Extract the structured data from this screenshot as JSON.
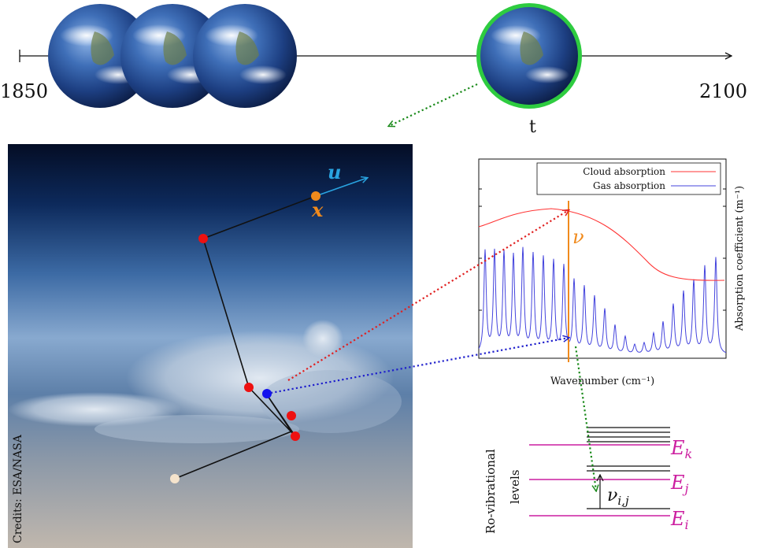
{
  "timeline": {
    "start_label": "1850",
    "end_label": "2100",
    "time_label": "t"
  },
  "photo": {
    "credit": "Credits: ESA/NASA",
    "direction_label": "u",
    "position_label": "x"
  },
  "chart_data": {
    "type": "line",
    "xlabel": "Wavenumber (cm⁻¹)",
    "ylabel": "Absorption coefficient (m⁻¹)",
    "legend": [
      "Cloud absorption",
      "Gas absorption"
    ],
    "legend_position": "top",
    "selected_wavenumber_label": "ν",
    "series": [
      {
        "name": "Cloud absorption",
        "color": "#ff3333"
      },
      {
        "name": "Gas absorption",
        "color": "#4444dd"
      }
    ]
  },
  "levels": {
    "title_line1": "Ro-vibrational",
    "title_line2": "levels",
    "labels": [
      "E",
      "E",
      "E"
    ],
    "subscripts": [
      "k",
      "j",
      "i"
    ],
    "transition_label": "ν",
    "transition_subscript": "i,j"
  },
  "colors": {
    "level_line": "#cc1fa0",
    "red_arrow": "#e02020",
    "blue_arrow": "#2020cc",
    "green_arrow": "#1a8a1a",
    "orange": "#f08a1c",
    "sky_blue": "#29a3e0"
  }
}
